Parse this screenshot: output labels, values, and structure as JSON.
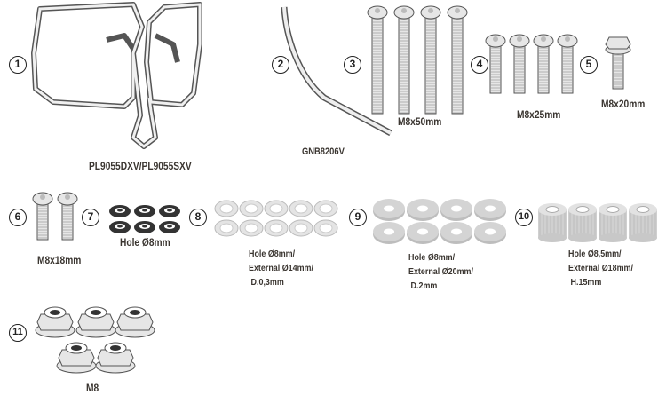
{
  "items": [
    {
      "number": "1",
      "label": "PL9055DXV/PL9055SXV"
    },
    {
      "number": "2",
      "label": "GNB8206V"
    },
    {
      "number": "3",
      "label": "M8x50mm"
    },
    {
      "number": "4",
      "label": "M8x25mm"
    },
    {
      "number": "5",
      "label": "M8x20mm"
    },
    {
      "number": "6",
      "label": "M8x18mm"
    },
    {
      "number": "7",
      "label": "Hole Ø8mm"
    },
    {
      "number": "8",
      "label_lines": [
        "Hole Ø8mm/",
        "External Ø14mm/",
        "D.0,3mm"
      ]
    },
    {
      "number": "9",
      "label_lines": [
        "Hole Ø8mm/",
        "External Ø20mm/",
        "D.2mm"
      ]
    },
    {
      "number": "10",
      "label_lines": [
        "Hole Ø8,5mm/",
        "External Ø18mm/",
        "H.15mm"
      ]
    },
    {
      "number": "11",
      "label": "M8"
    }
  ],
  "colors": {
    "part_fill": "#e6e6e6",
    "part_stroke": "#555555",
    "text": "#3a3530"
  }
}
